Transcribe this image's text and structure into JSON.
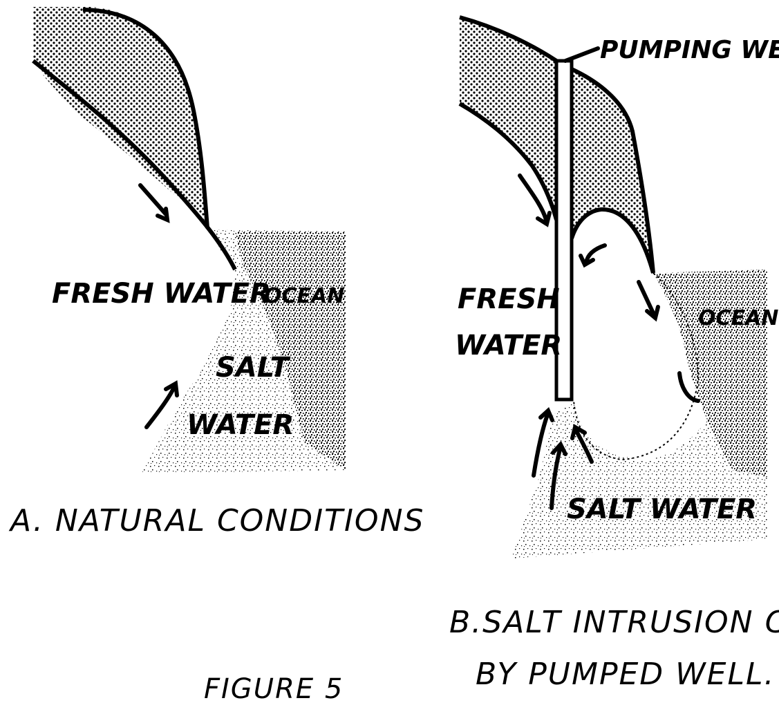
{
  "panel_a": {
    "fresh_water": "FRESH WATER",
    "ocean": "OCEAN",
    "salt": "SALT",
    "water": "WATER",
    "caption": "A. NATURAL CONDITIONS"
  },
  "panel_b": {
    "pumping_well": "PUMPING WELL",
    "fresh": "FRESH",
    "water": "WATER",
    "ocean": "OCEAN",
    "salt_water": "SALT WATER",
    "caption_line1": "B.SALT INTRUSION CAUSED",
    "caption_line2": "BY PUMPED WELL."
  },
  "figure_label": "FIGURE 5",
  "colors": {
    "ink": "#000000",
    "paper": "#ffffff"
  }
}
